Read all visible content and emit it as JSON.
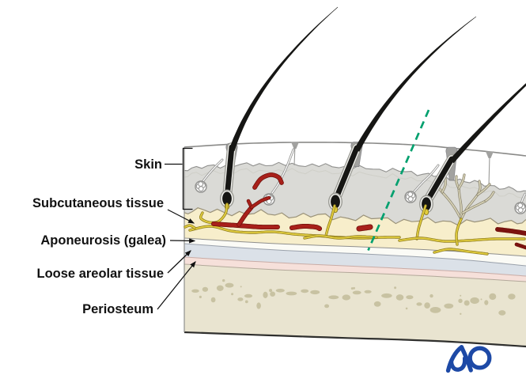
{
  "figure": {
    "labels": [
      {
        "id": "skin",
        "text": "Skin"
      },
      {
        "id": "subcutaneous-tissue",
        "text": "Subcutaneous tissue"
      },
      {
        "id": "aponeurosis-galea",
        "text": "Aponeurosis (galea)"
      },
      {
        "id": "loose-areolar-tissue",
        "text": "Loose areolar tissue"
      },
      {
        "id": "periosteum",
        "text": "Periosteum"
      }
    ],
    "logo": {
      "text": "AO",
      "color": "#1d49a6"
    },
    "incision_marker": {
      "style": "dashed",
      "color": "#00a06e"
    },
    "palette": {
      "background": "#ffffff",
      "epidermis": "#ffffff",
      "dermis": "#dadad6",
      "subcutaneous": "#f7eecb",
      "aponeurosis": "#fbfbf6",
      "loose_areolar": "#dbe1e8",
      "periosteum": "#f6e0da",
      "bone": "#e9e4d0",
      "bone_spots": "#c8c2a2",
      "outline_gray": "#8f8f8d",
      "boundary_dark": "#2f2f2d",
      "hair": "#161614",
      "vessel_red": "#a8201a",
      "vessel_dark": "#7c130f",
      "nerve_yellow": "#e3ce3e",
      "nerve_outline": "#8f7d1e",
      "incision_green": "#00a06e",
      "label_color": "#111111",
      "ao_blue": "#1d49a6"
    }
  }
}
